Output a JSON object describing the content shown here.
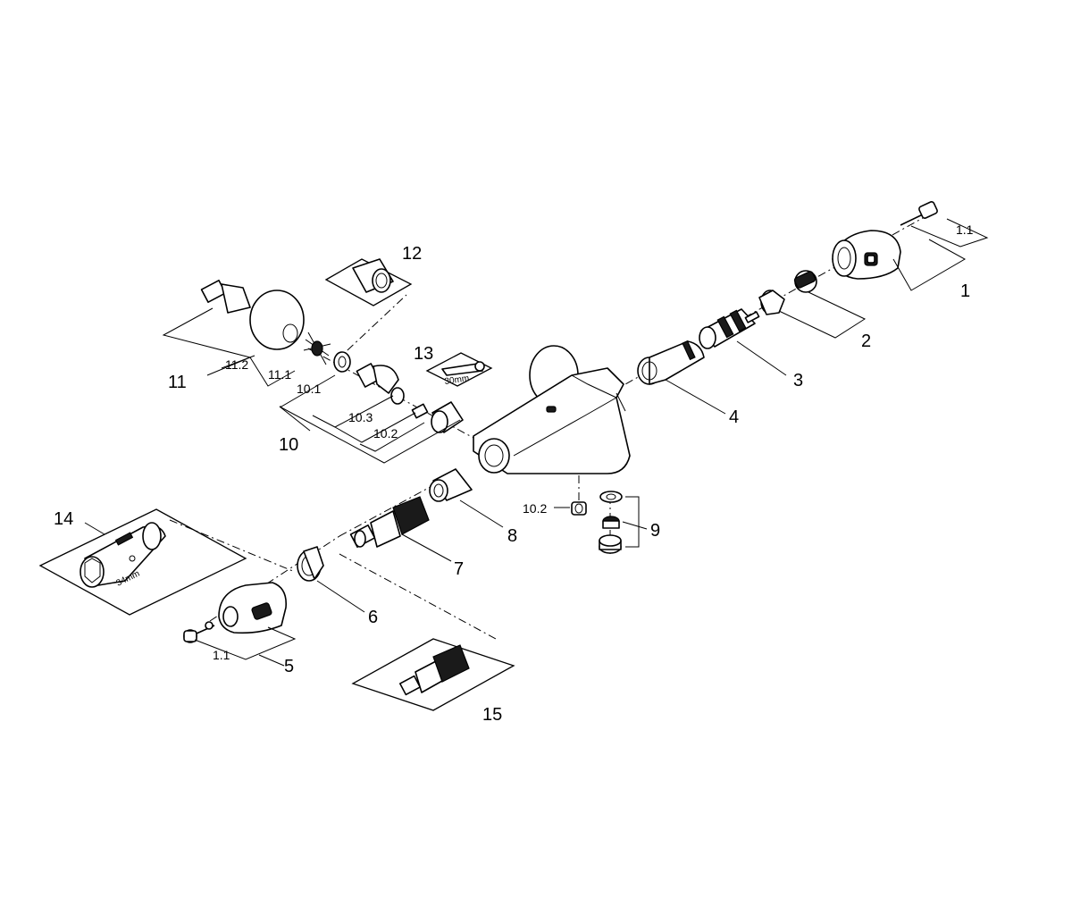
{
  "labels": {
    "p1": "1",
    "p1_1_top": "1.1",
    "p2": "2",
    "p3": "3",
    "p4": "4",
    "p5": "5",
    "p1_1_bottom": "1.1",
    "p6": "6",
    "p7": "7",
    "p8": "8",
    "p9": "9",
    "p10": "10",
    "p10_1": "10.1",
    "p10_2_left": "10.2",
    "p10_2_center": "10.2",
    "p10_3": "10.3",
    "p11": "11",
    "p11_1": "11.1",
    "p11_2": "11.2",
    "p12": "12",
    "p13": "13",
    "p14": "14",
    "p15": "15"
  },
  "tool_sizes": {
    "wrench": "30mm",
    "key": "34mm"
  }
}
